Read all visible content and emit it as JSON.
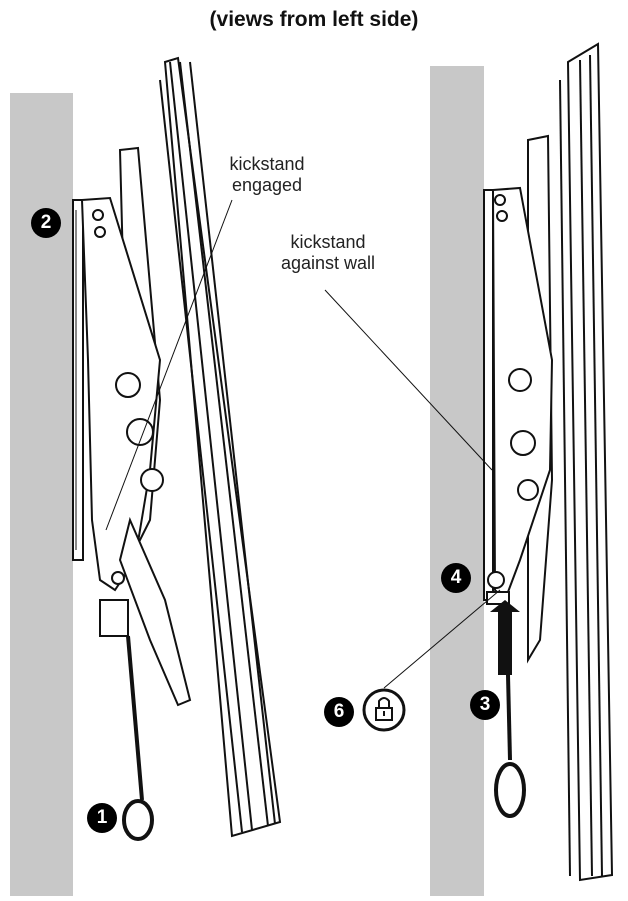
{
  "title": "(views from left side)",
  "callouts": {
    "engaged": [
      "kickstand",
      "engaged"
    ],
    "against_wall": [
      "kickstand",
      "against wall"
    ]
  },
  "steps": {
    "s1": "1",
    "s2": "2",
    "s3": "3",
    "s4": "4",
    "s6": "6"
  },
  "colors": {
    "wall": "#c8c8c8",
    "ink": "#111111"
  },
  "icons": [
    "pull-ring-icon",
    "padlock-icon",
    "up-arrow-icon"
  ]
}
